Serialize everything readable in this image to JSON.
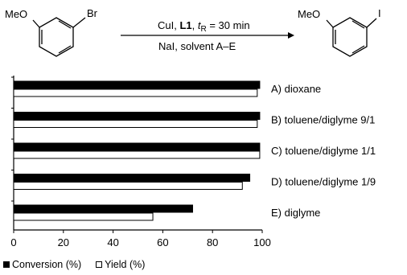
{
  "scheme": {
    "reactant": {
      "substituent_left": "MeO",
      "substituent_right": "Br"
    },
    "product": {
      "substituent_left": "MeO",
      "substituent_right": "I"
    },
    "conditions_top": {
      "reagent": "CuI, ",
      "ligand": "L1",
      "sep": ", ",
      "time_var": "t",
      "time_sub": "R",
      "time_value": " = 30 min"
    },
    "conditions_bottom": "NaI, solvent A–E"
  },
  "chart_data": {
    "type": "bar",
    "orientation": "horizontal",
    "categories": [
      "A) dioxane",
      "B) toluene/diglyme 9/1",
      "C) toluene/diglyme 1/1",
      "D) toluene/diglyme 1/9",
      "E) diglyme"
    ],
    "series": [
      {
        "name": "Conversion (%)",
        "values": [
          99,
          99,
          99,
          95,
          72
        ],
        "color": "#000000"
      },
      {
        "name": "Yield (%)",
        "values": [
          98,
          98,
          99,
          92,
          56
        ],
        "color": "#ffffff"
      }
    ],
    "xlim": [
      0,
      100
    ],
    "xticks": [
      "0",
      "20",
      "40",
      "60",
      "80",
      "100"
    ],
    "legend_position": "bottom-left"
  }
}
